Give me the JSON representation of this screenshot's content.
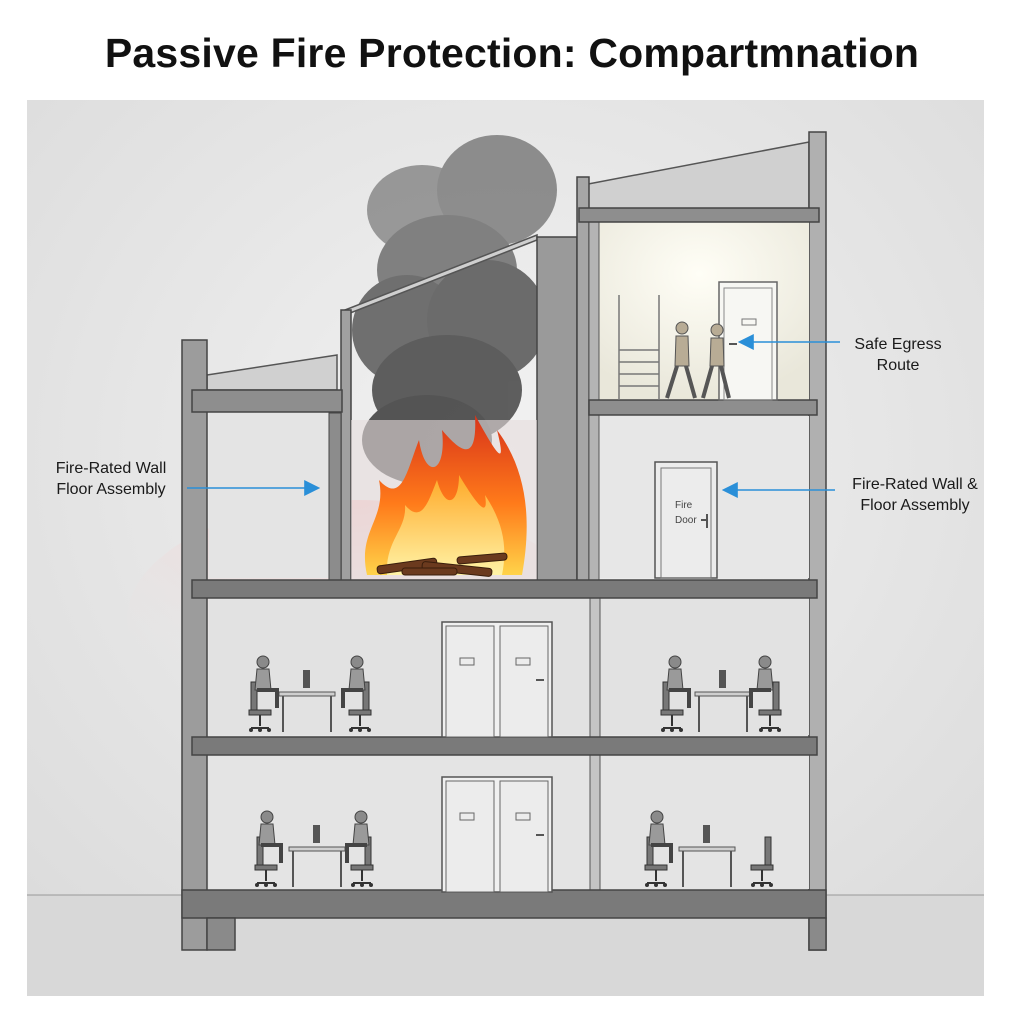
{
  "title": "Passive Fire Protection: Compartmnation",
  "labels": {
    "left_line1": "Fire-Rated Wall",
    "left_line2": "Floor Assembly",
    "right_line1": "Fire-Rated Wall &",
    "right_line2": "Floor Assembly",
    "egress_line1": "Safe Egress",
    "egress_line2": "Route",
    "fire_door_line1": "Fire",
    "fire_door_line2": "Door"
  },
  "colors": {
    "arrow": "#2a8fd8",
    "structure": "#6e6e6e",
    "background": "#e6e6e6",
    "lit_room": "#f6f4ea"
  }
}
